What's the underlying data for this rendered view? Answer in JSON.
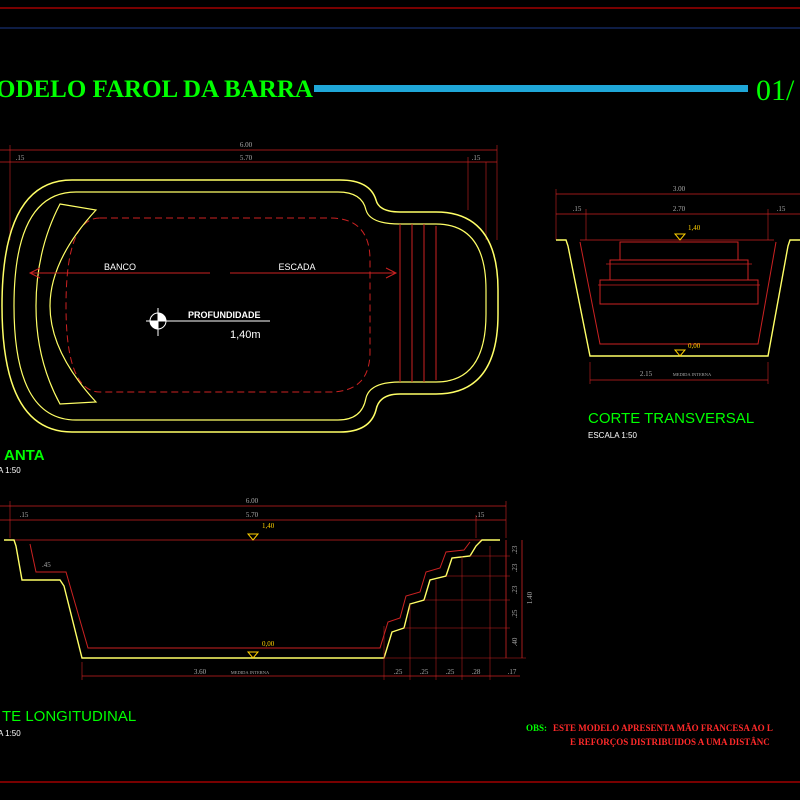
{
  "title": "ODELO FAROL DA BARRA",
  "sheet_number": "01/",
  "colors": {
    "background": "#000000",
    "border_red": "#c00000",
    "title_green": "#00ff00",
    "accent_cyan": "#1fa7d8",
    "outline_yellow": "#ffff66",
    "dim_red": "#cc2222",
    "text_white": "#ffffff",
    "level_yellow": "#ffd000",
    "note_red": "#ff2a2a"
  },
  "planta": {
    "title": "ANTA",
    "scale": "A 1:50",
    "dim_total": "6.00",
    "dim_left": ".15",
    "dim_mid": "5.70",
    "dim_right": ".15",
    "label_banco": "BANCO",
    "label_escada": "ESCADA",
    "label_profundidade": "PROFUNDIDADE",
    "depth_value": "1,40m"
  },
  "transversal": {
    "title": "CORTE TRANSVERSAL",
    "scale": "ESCALA 1:50",
    "dim_total": "3.00",
    "dim_left": ".15",
    "dim_mid": "2.70",
    "dim_right": ".15",
    "level_top": "1,40",
    "level_bottom": "0,00",
    "dim_bottom": "2.15",
    "dim_bottom_note": "MEDIDA INTERNA"
  },
  "longitudinal": {
    "title": "TE LONGITUDINAL",
    "scale": "A 1:50",
    "dim_total": "6.00",
    "dim_left": ".15",
    "dim_mid": "5.70",
    "dim_right": ".15",
    "level_top": "1,40",
    "level_bottom": "0,00",
    "dim_step_left": ".45",
    "dim_bottom": "3.60",
    "dim_bottom_note": "MEDIDA INTERNA",
    "bottom_steps": [
      ".25",
      ".25",
      ".25",
      ".28",
      ".17"
    ],
    "right_dims": [
      ".23",
      ".23",
      ".23",
      ".25",
      ".40"
    ],
    "right_total": "1.40"
  },
  "obs": {
    "label": "OBS:",
    "line1": "ESTE MODELO APRESENTA MÃO FRANCESA AO L",
    "line2": "E REFORÇOS DISTRIBUIDOS A UMA DISTÂNC"
  }
}
